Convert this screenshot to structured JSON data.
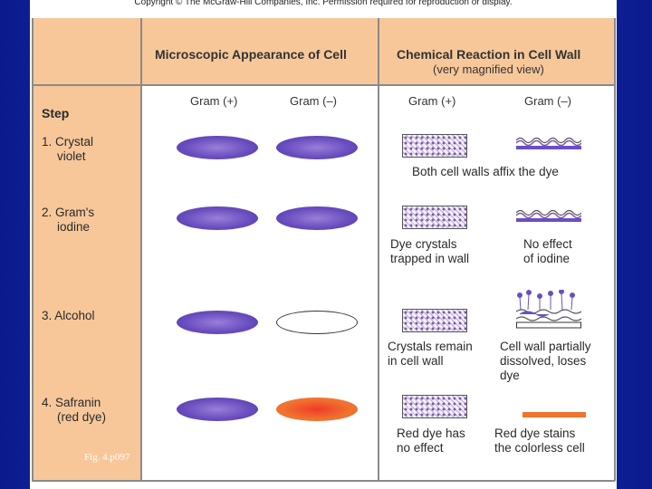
{
  "copyright": "Copyright © The McGraw-Hill Companies, Inc. Permission required for reproduction or display.",
  "header": {
    "microscopic_title": "Microscopic Appearance of Cell",
    "chemical_title": "Chemical Reaction in Cell Wall",
    "chemical_subtitle": "(very magnified view)",
    "step_label": "Step",
    "gram_pos": "Gram (+)",
    "gram_neg": "Gram (–)"
  },
  "steps": [
    {
      "line1": "1. Crystal",
      "line2": "violet",
      "neg_cell": "purple"
    },
    {
      "line1": "2. Gram's",
      "line2": "iodine",
      "neg_cell": "purple"
    },
    {
      "line1": "3. Alcohol",
      "line2": "",
      "neg_cell": "colorless"
    },
    {
      "line1": "4. Safranin",
      "line2": "(red dye)",
      "neg_cell": "red"
    }
  ],
  "captions": {
    "step1_both": "Both cell walls affix the dye",
    "step2_pos_1": "Dye crystals",
    "step2_pos_2": "trapped in wall",
    "step2_neg_1": "No effect",
    "step2_neg_2": "of iodine",
    "step3_pos_1": "Crystals remain",
    "step3_pos_2": "in cell wall",
    "step3_neg_1": "Cell wall partially",
    "step3_neg_2": "dissolved, loses",
    "step3_neg_3": "dye",
    "step4_pos_1": "Red dye has",
    "step4_pos_2": "no effect",
    "step4_neg_1": "Red dye stains",
    "step4_neg_2": "the colorless cell"
  },
  "figure_label": "Fig. 4.p097",
  "colors": {
    "header_bg": "#f7c79a",
    "purple": "#6b4fc0",
    "red": "#f0742f",
    "background": "#1f3fe0"
  }
}
